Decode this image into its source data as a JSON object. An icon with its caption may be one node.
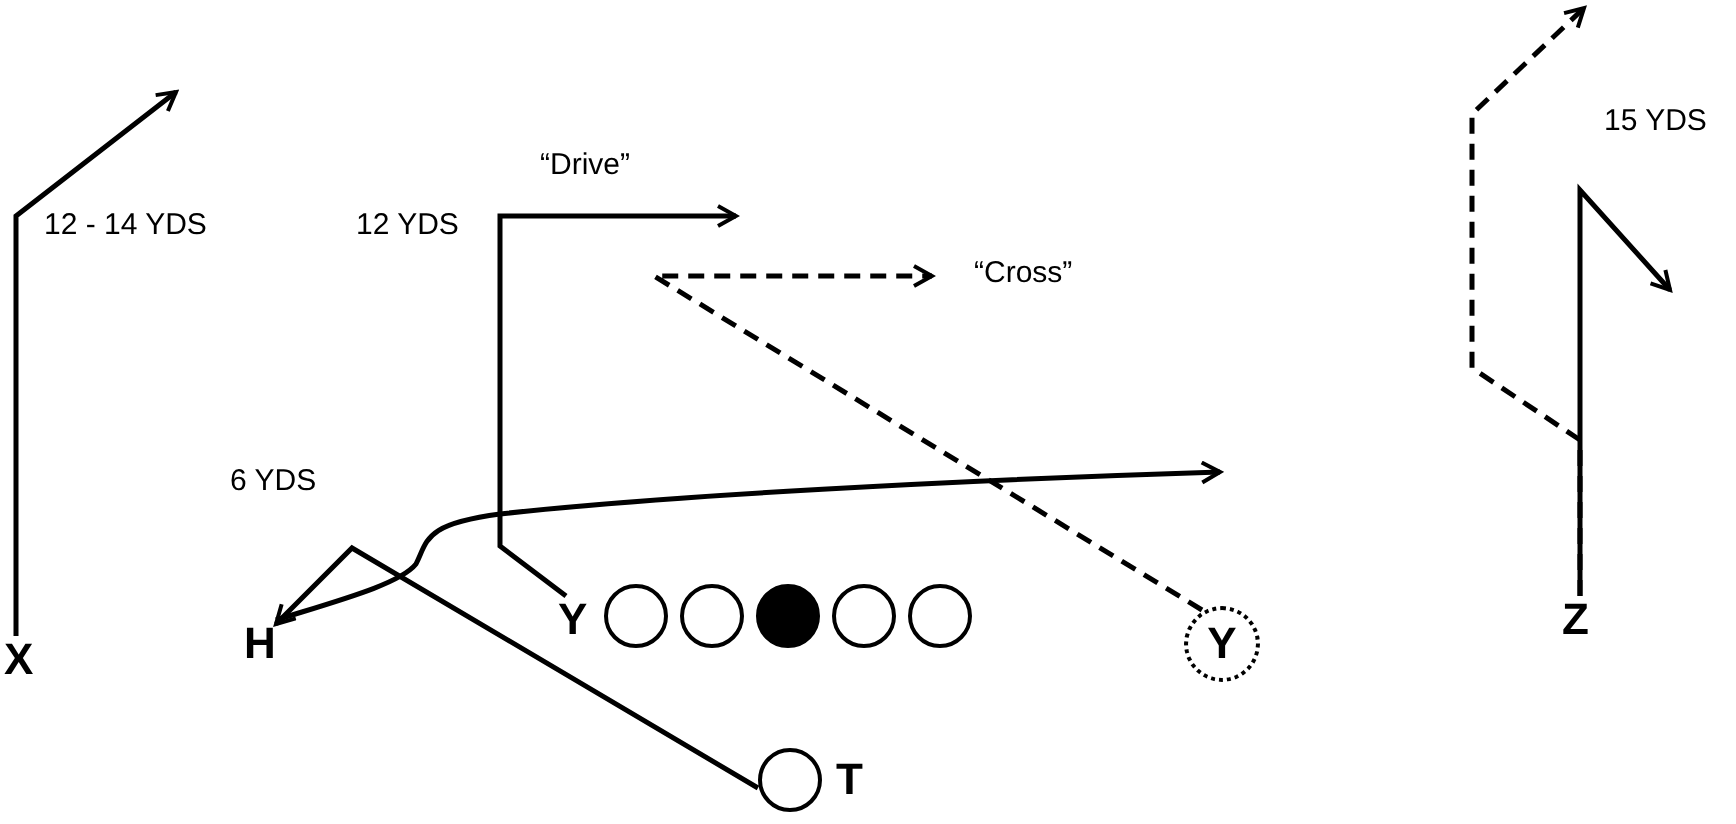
{
  "diagram": {
    "nodes": [
      {
        "text": [
          "X"
        ]
      },
      {
        "text": [
          "H"
        ]
      },
      {
        "text": [
          "Y"
        ]
      },
      {
        "text": [],
        "shape": "circle"
      },
      {
        "text": [],
        "shape": "circle"
      },
      {
        "text": [],
        "shape": "circle"
      },
      {
        "text": [],
        "shape": "circle"
      },
      {
        "text": [],
        "shape": "circle"
      },
      {
        "text": [
          "Y"
        ]
      },
      {
        "text": [],
        "shape": "circle",
        "beside": [
          "T"
        ]
      },
      {
        "text": [
          "Z"
        ]
      }
    ],
    "edges": [
      {
        "from": 0,
        "to": null,
        "arrow": "to"
      },
      {
        "from": 2,
        "to": null,
        "arrow": "to"
      },
      {
        "from": 8,
        "to": null,
        "arrow": "to",
        "style": "dashed"
      },
      {
        "from": 1,
        "to": null,
        "arrow": "to"
      },
      {
        "from": 9,
        "to": 1,
        "arrow": "to"
      },
      {
        "from": 10,
        "to": null,
        "arrow": "to"
      },
      {
        "from": 10,
        "to": null,
        "arrow": "to",
        "style": "dashed"
      }
    ],
    "labels": [
      "12 - 14 YDS",
      "12 YDS",
      "“Drive”",
      "“Cross”",
      "15 YDS",
      "6 YDS"
    ]
  }
}
